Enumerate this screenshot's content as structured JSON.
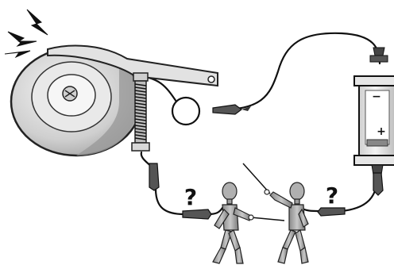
{
  "diagram": {
    "battery_minus": "−",
    "battery_plus": "+",
    "question_mark_left": "?",
    "question_mark_right": "?"
  },
  "colors": {
    "ink": "#222222",
    "bell_body": "#d6d6d6",
    "bell_shadow": "#9a9a9a",
    "battery_body": "#e6e6e6",
    "wire": "#111111"
  },
  "icons": {
    "spark": "lightning-bolt",
    "bell": "electric-bell",
    "battery": "battery-cell",
    "clip": "alligator-clip",
    "figure": "wooden-mannequin-fencer"
  }
}
